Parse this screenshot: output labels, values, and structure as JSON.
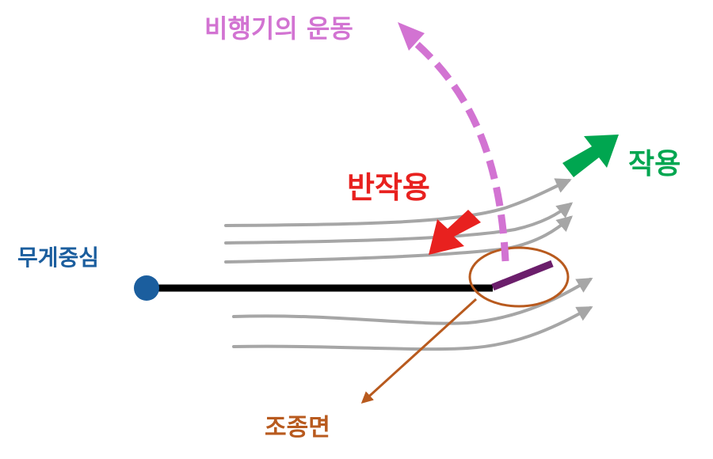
{
  "labels": {
    "motion": "비행기의 운동",
    "reaction": "반작용",
    "action": "작용",
    "center_of_gravity": "무게중심",
    "control_surface": "조종면"
  },
  "colors": {
    "motion": "#d273d2",
    "reaction": "#e8211f",
    "action": "#00a650",
    "center_of_gravity": "#1b5e9e",
    "control_surface": "#b85a1e",
    "elevator": "#6b1e6b",
    "airflow": "#a6a6a6",
    "fuselage": "#000000"
  },
  "icons": {
    "motion_arrow": "dashed-curved-arrow-icon",
    "reaction_arrow": "block-arrow-icon",
    "action_arrow": "block-arrow-icon",
    "cg_marker": "circle-dot-icon"
  }
}
